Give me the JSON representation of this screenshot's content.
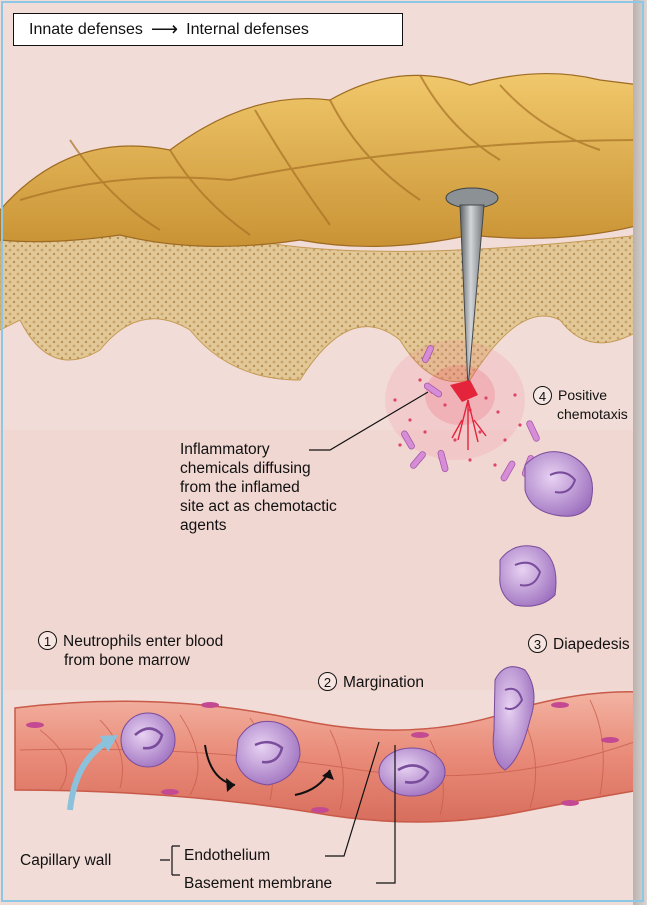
{
  "header": {
    "from": "Innate defenses",
    "to": "Internal defenses"
  },
  "labels": {
    "inflammatory": [
      "Inflammatory",
      "chemicals diffusing",
      "from the inflamed",
      "site act as chemotactic",
      "agents"
    ],
    "step4": {
      "num": "4",
      "lines": [
        "Positive",
        "chemotaxis"
      ]
    },
    "step1": {
      "num": "1",
      "lines": [
        "Neutrophils enter blood",
        "from bone marrow"
      ]
    },
    "step2": {
      "num": "2",
      "text": "Margination"
    },
    "step3": {
      "num": "3",
      "text": "Diapedesis"
    },
    "capillary_wall": "Capillary wall",
    "endothelium": "Endothelium",
    "basement_membrane": "Basement membrane"
  },
  "colors": {
    "epidermis": "#d9ac45",
    "dermis_texture": "#d7bb86",
    "tissue": "#f3dcd8",
    "vessel": "#e98a78",
    "neutrophil": "#b687d0",
    "nail": "#7f8588",
    "blood": "#e3243b",
    "arrow_blue": "#7fbcd9"
  }
}
